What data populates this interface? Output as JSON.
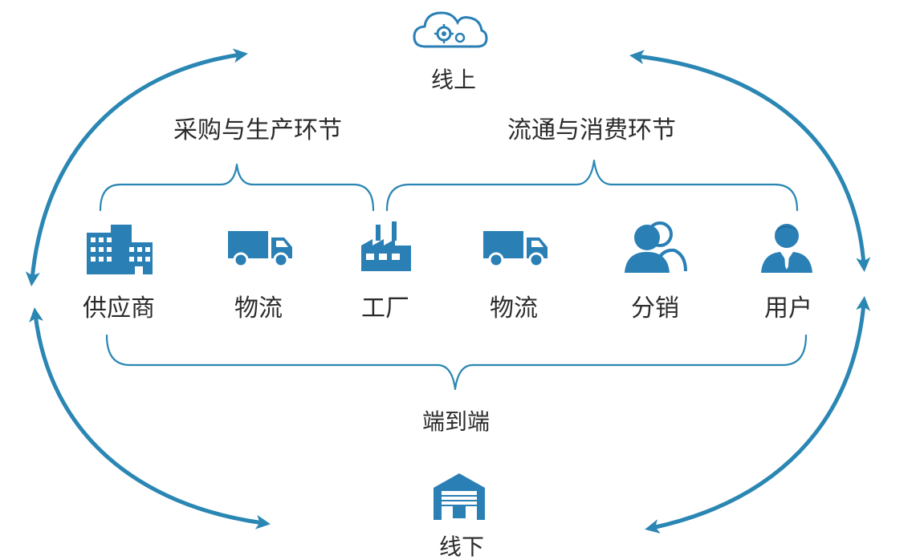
{
  "top": {
    "label": "线上",
    "icon": "cloud-gear-icon"
  },
  "bottom": {
    "label": "线下",
    "icon": "warehouse-icon"
  },
  "sections": {
    "left": "采购与生产环节",
    "right": "流通与消费环节",
    "bottom": "端到端"
  },
  "nodes": [
    {
      "label": "供应商",
      "icon": "buildings-icon"
    },
    {
      "label": "物流",
      "icon": "truck-icon"
    },
    {
      "label": "工厂",
      "icon": "factory-icon"
    },
    {
      "label": "物流",
      "icon": "truck-icon"
    },
    {
      "label": "分销",
      "icon": "users-icon"
    },
    {
      "label": "用户",
      "icon": "user-icon"
    }
  ],
  "colors": {
    "arrow": "#2a86b3",
    "icon": "#2a7fb5",
    "brace": "#2a86b3",
    "text": "#2b2b2b"
  }
}
